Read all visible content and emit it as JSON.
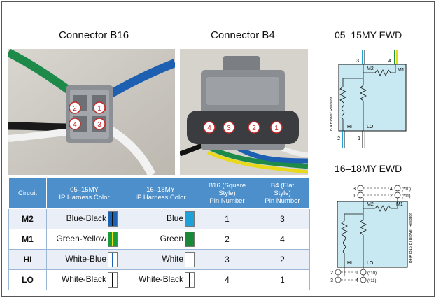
{
  "titles": {
    "b16": "Connector B16",
    "b4": "Connector B4",
    "ewd1": "05–15MY EWD",
    "ewd2": "16–18MY EWD"
  },
  "photo_b16": {
    "pins": [
      "2",
      "1",
      "4",
      "3"
    ]
  },
  "photo_b4": {
    "pins": [
      "4",
      "3",
      "2",
      "1"
    ]
  },
  "table": {
    "headers": [
      "Circuit",
      "05–15MY\nIP Harness Color",
      "16–18MY\nIP Harness Color",
      "B16 (Square\nStyle)\nPin Number",
      "B4 (Flat\nStyle)\nPin Number"
    ],
    "rows": [
      {
        "circuit": "M2",
        "c1": "Blue-Black",
        "c1_colors": [
          "#1b63b5",
          "#111111"
        ],
        "c2": "Blue",
        "c2_colors": [
          "#1fa0d8"
        ],
        "b16": "1",
        "b4": "3"
      },
      {
        "circuit": "M1",
        "c1": "Green-Yellow",
        "c1_colors": [
          "#1a9a3a",
          "#f2e31a"
        ],
        "c2": "Green",
        "c2_colors": [
          "#1a8a3a"
        ],
        "b16": "2",
        "b4": "4"
      },
      {
        "circuit": "HI",
        "c1": "White-Blue",
        "c1_colors": [
          "#ffffff",
          "#1b63b5"
        ],
        "c2": "White",
        "c2_colors": [
          "#ffffff"
        ],
        "b16": "3",
        "b4": "2"
      },
      {
        "circuit": "LO",
        "c1": "White-Black",
        "c1_colors": [
          "#ffffff",
          "#111111"
        ],
        "c2": "White-Black",
        "c2_colors": [
          "#ffffff",
          "#111111"
        ],
        "b16": "4",
        "b4": "1"
      }
    ]
  },
  "ewd1": {
    "top_pins": [
      "3",
      "4"
    ],
    "labels": {
      "m2": "M2",
      "m1": "M1",
      "hi": "HI",
      "lo": "LO"
    },
    "bottom_pins": [
      "2",
      "1"
    ],
    "component": "B 4\nBlower Resistor"
  },
  "ewd2": {
    "top_rows": [
      {
        "left": "3",
        "pin": "4",
        "note": "(*10)"
      },
      {
        "left": "1",
        "pin": "2",
        "note": "(*11)"
      }
    ],
    "labels": {
      "m2": "M2",
      "m1": "M1",
      "hi": "HI",
      "lo": "LO"
    },
    "bottom_rows": [
      {
        "left": "2",
        "pin": "1",
        "note": "(*10)"
      },
      {
        "left": "3",
        "pin": "4",
        "note": "(*11)"
      }
    ],
    "component": "B4(A)B16(B)\nBlower Resistor"
  },
  "colors": {
    "header_blue": "#4d8fca",
    "diagram_fill": "#c9e9f2"
  }
}
